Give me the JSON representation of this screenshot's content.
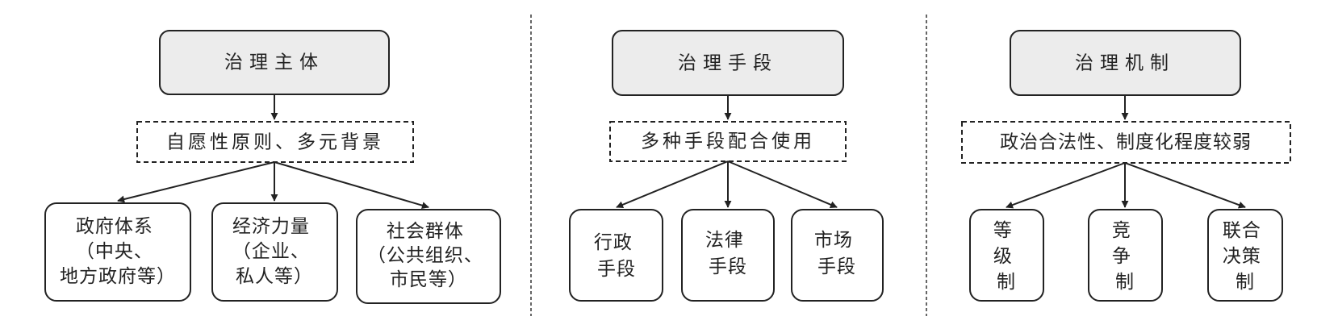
{
  "panels": [
    {
      "header": "治理主体",
      "principle": "自愿性原则、多元背景",
      "items": [
        {
          "lines": [
            "政府体系",
            "（中央、",
            "地方政府等）"
          ]
        },
        {
          "lines": [
            "经济力量",
            "（企业、",
            "私人等）"
          ]
        },
        {
          "lines": [
            "社会群体",
            "（公共组织、",
            "市民等）"
          ]
        }
      ]
    },
    {
      "header": "治理手段",
      "principle": "多种手段配合使用",
      "items": [
        {
          "lines": [
            "行政",
            "手段"
          ]
        },
        {
          "lines": [
            "法律",
            "手段"
          ]
        },
        {
          "lines": [
            "市场",
            "手段"
          ]
        }
      ]
    },
    {
      "header": "治理机制",
      "principle": "政治合法性、制度化程度较弱",
      "items": [
        {
          "lines": [
            "等",
            "级",
            "制"
          ]
        },
        {
          "lines": [
            "竞",
            "争",
            "制"
          ]
        },
        {
          "lines": [
            "联合",
            "决策",
            "制"
          ]
        }
      ]
    }
  ]
}
